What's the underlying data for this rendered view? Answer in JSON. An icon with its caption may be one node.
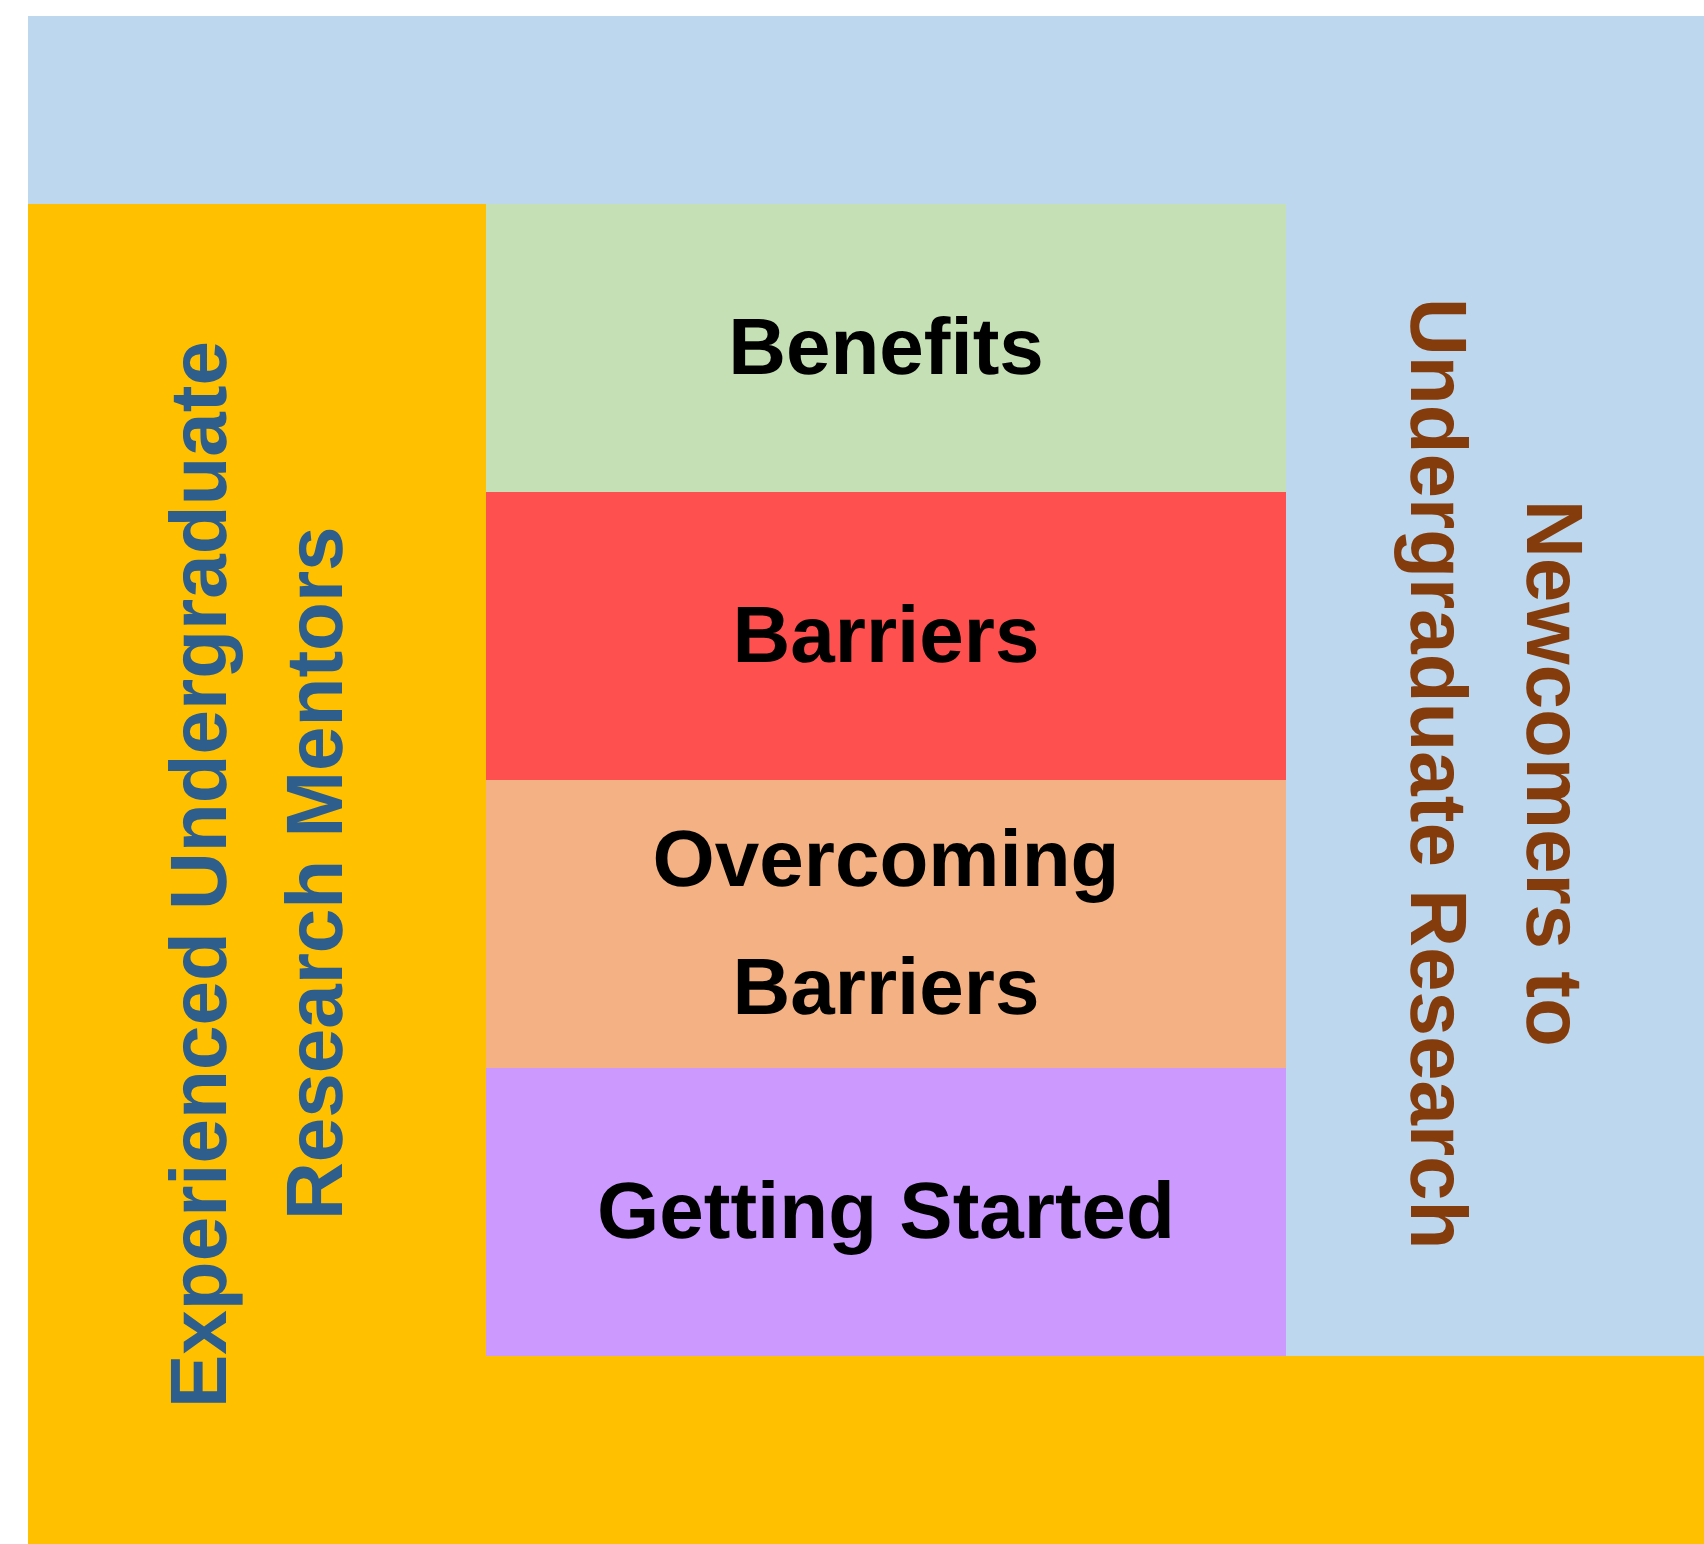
{
  "diagram": {
    "nodes": [
      {
        "text": [
          "Newcomers to Undergraduate Research"
        ]
      },
      {
        "text": [
          "Experienced Undergraduate Research Mentors"
        ]
      },
      {
        "text": [
          "Benefits"
        ]
      },
      {
        "text": [
          "Barriers"
        ]
      },
      {
        "text": [
          "Overcoming Barriers"
        ]
      },
      {
        "text": [
          "Getting Started"
        ]
      }
    ]
  }
}
